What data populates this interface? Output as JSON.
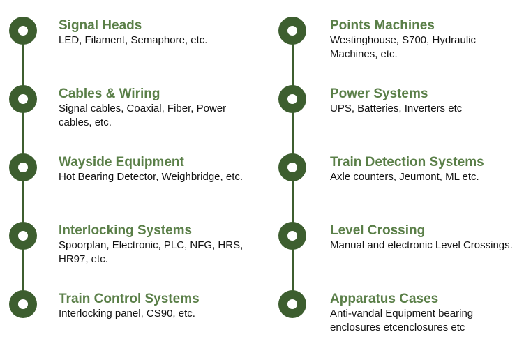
{
  "colors": {
    "circle": "#3d5e2f",
    "title": "#5a7f48"
  },
  "columns": [
    {
      "items": [
        {
          "title": "Signal Heads",
          "desc": "LED, Filament, Semaphore, etc."
        },
        {
          "title": "Cables & Wiring",
          "desc": "Signal cables, Coaxial, Fiber, Power cables, etc."
        },
        {
          "title": "Wayside Equipment",
          "desc": "Hot Bearing Detector, Weighbridge, etc."
        },
        {
          "title": "Interlocking Systems",
          "desc": "Spoorplan, Electronic, PLC, NFG, HRS, HR97, etc."
        },
        {
          "title": "Train Control Systems",
          "desc": "Interlocking panel, CS90, etc."
        }
      ]
    },
    {
      "items": [
        {
          "title": "Points Machines",
          "desc": "Westinghouse, S700, Hydraulic Machines, etc."
        },
        {
          "title": "Power Systems",
          "desc": "UPS, Batteries, Inverters etc"
        },
        {
          "title": "Train Detection Systems",
          "desc": "Axle counters, Jeumont, ML etc."
        },
        {
          "title": "Level Crossing",
          "desc": "Manual and electronic Level Crossings."
        },
        {
          "title": "Apparatus Cases",
          "desc": "Anti-vandal Equipment bearing enclosures etcenclosures etc"
        }
      ]
    }
  ]
}
